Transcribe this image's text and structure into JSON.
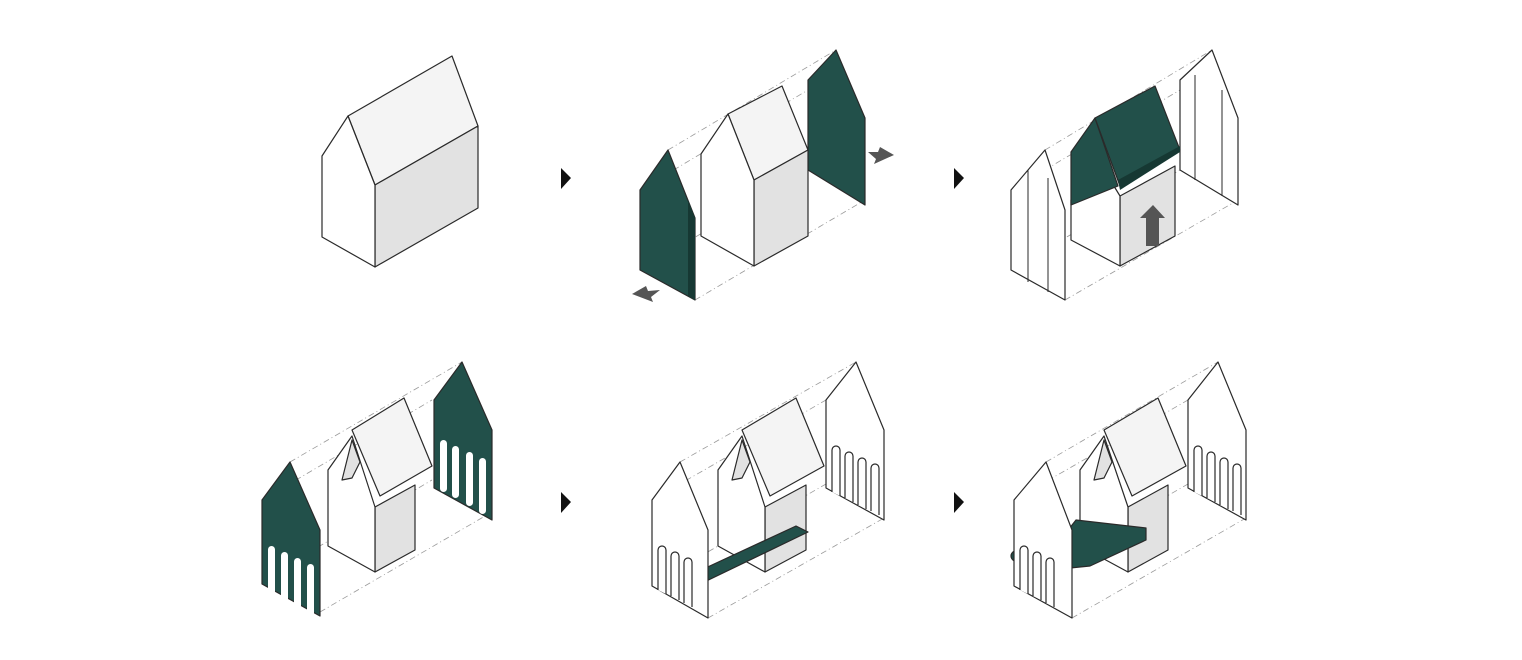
{
  "diagram": {
    "colors": {
      "accent": "#22504a",
      "outline": "#2a2a2a",
      "shade": "#e2e2e2",
      "light": "#f4f4f4",
      "guide": "#9a9a9a",
      "arrow": "#555555",
      "marker": "#111111"
    },
    "steps": [
      {
        "id": 1,
        "stage": "closed-house-volume"
      },
      {
        "id": 2,
        "stage": "gable-end-walls-separated"
      },
      {
        "id": 3,
        "stage": "roof-lifted-core-raised"
      },
      {
        "id": 4,
        "stage": "arched-openings-cut-in-end-walls"
      },
      {
        "id": 5,
        "stage": "long-bench-inserted"
      },
      {
        "id": 6,
        "stage": "bench-with-round-seats"
      }
    ],
    "arrows": [
      {
        "from": 1,
        "to": 2
      },
      {
        "from": 2,
        "to": 3
      },
      {
        "from": 4,
        "to": 5
      },
      {
        "from": 5,
        "to": 6
      }
    ]
  }
}
